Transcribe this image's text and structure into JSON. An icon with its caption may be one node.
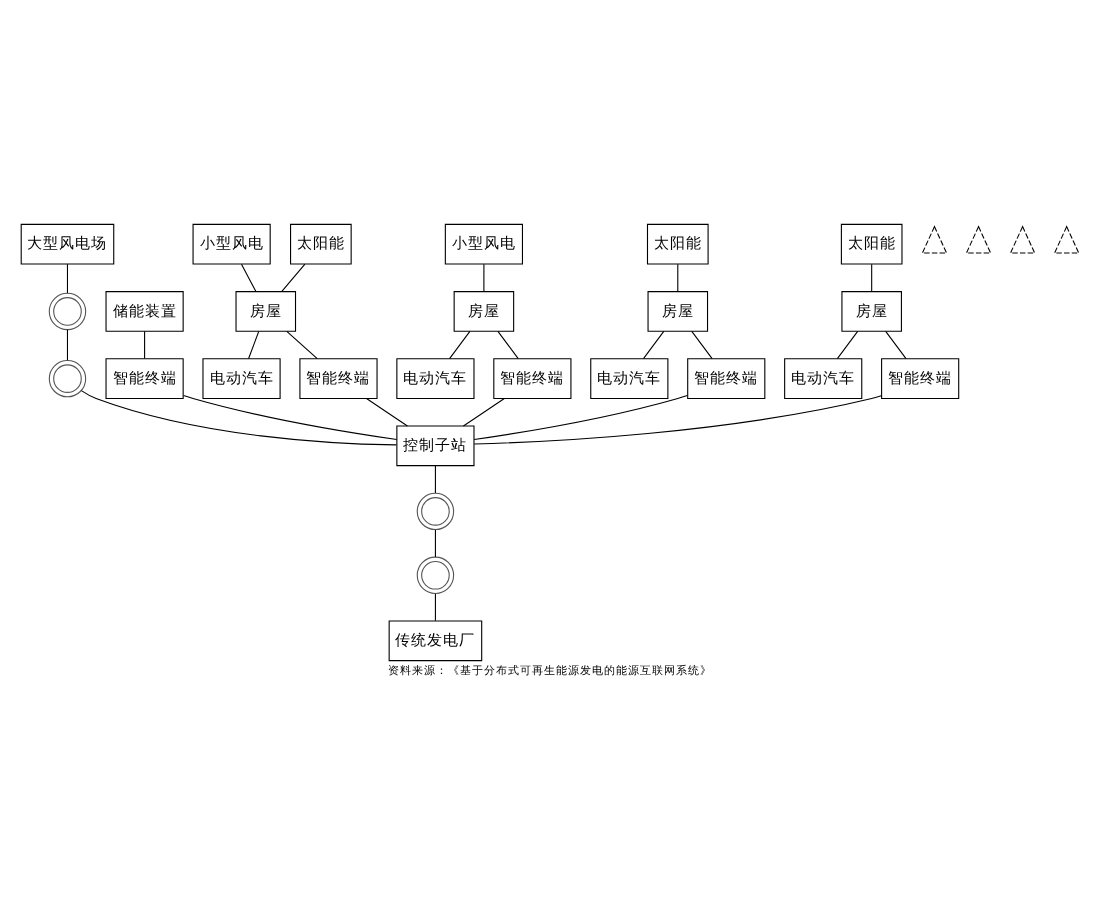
{
  "diagram": {
    "caption": "资料来源：《基于分布式可再生能源发电的能源互联网系统》",
    "nodes": [
      {
        "text": [
          "大型风电场"
        ]
      },
      {
        "text": [],
        "shape": "circle"
      },
      {
        "text": [],
        "shape": "circle"
      },
      {
        "text": [],
        "shape": "tower"
      },
      {
        "text": [],
        "shape": "tower"
      },
      {
        "text": [
          "小型风电"
        ]
      },
      {
        "text": [
          "太阳能"
        ]
      },
      {
        "text": [
          "储能装置"
        ]
      },
      {
        "text": [
          "房屋"
        ]
      },
      {
        "text": [
          "电动汽车"
        ]
      },
      {
        "text": [
          "小型风电"
        ]
      },
      {
        "text": [
          "房屋"
        ]
      },
      {
        "text": [
          "电动汽车"
        ]
      },
      {
        "text": [
          "太阳能"
        ]
      },
      {
        "text": [
          "房屋"
        ]
      },
      {
        "text": [
          "电动汽车"
        ]
      },
      {
        "text": [
          "太阳能"
        ]
      },
      {
        "text": [
          "房屋"
        ]
      },
      {
        "text": [
          "电动汽车"
        ]
      },
      {
        "text": [
          "智能终端"
        ]
      },
      {
        "text": [
          "智能终端"
        ]
      },
      {
        "text": [
          "智能终端"
        ]
      },
      {
        "text": [
          "智能终端"
        ]
      },
      {
        "text": [
          "智能终端"
        ]
      },
      {
        "text": [
          "控制子站"
        ]
      },
      {
        "text": [],
        "shape": "circle"
      },
      {
        "text": [],
        "shape": "circle"
      },
      {
        "text": [
          "传统发电厂"
        ]
      },
      {
        "text": [],
        "shape": "tower"
      },
      {
        "text": [],
        "shape": "tower"
      }
    ],
    "edges": [
      {
        "from": 0,
        "to": 2,
        "arrow": "none"
      },
      {
        "from": 2,
        "to": 1,
        "arrow": "none"
      },
      {
        "from": 1,
        "to": 24,
        "arrow": "none"
      },
      {
        "from": 5,
        "to": 8,
        "arrow": "none"
      },
      {
        "from": 6,
        "to": 8,
        "arrow": "none"
      },
      {
        "from": 8,
        "to": 9,
        "arrow": "none"
      },
      {
        "from": 10,
        "to": 11,
        "arrow": "none"
      },
      {
        "from": 11,
        "to": 12,
        "arrow": "none"
      },
      {
        "from": 13,
        "to": 14,
        "arrow": "none"
      },
      {
        "from": 14,
        "to": 15,
        "arrow": "none"
      },
      {
        "from": 16,
        "to": 17,
        "arrow": "none"
      },
      {
        "from": 17,
        "to": 18,
        "arrow": "none"
      },
      {
        "from": 7,
        "to": 19,
        "arrow": "none"
      },
      {
        "from": 8,
        "to": 20,
        "arrow": "none"
      },
      {
        "from": 11,
        "to": 21,
        "arrow": "none"
      },
      {
        "from": 14,
        "to": 22,
        "arrow": "none"
      },
      {
        "from": 17,
        "to": 23,
        "arrow": "none"
      },
      {
        "from": 19,
        "to": 24,
        "arrow": "none"
      },
      {
        "from": 20,
        "to": 24,
        "arrow": "none"
      },
      {
        "from": 21,
        "to": 24,
        "arrow": "none"
      },
      {
        "from": 22,
        "to": 24,
        "arrow": "none"
      },
      {
        "from": 23,
        "to": 24,
        "arrow": "none"
      },
      {
        "from": 24,
        "to": 25,
        "arrow": "none"
      },
      {
        "from": 25,
        "to": 26,
        "arrow": "none"
      },
      {
        "from": 26,
        "to": 27,
        "arrow": "none"
      }
    ]
  }
}
